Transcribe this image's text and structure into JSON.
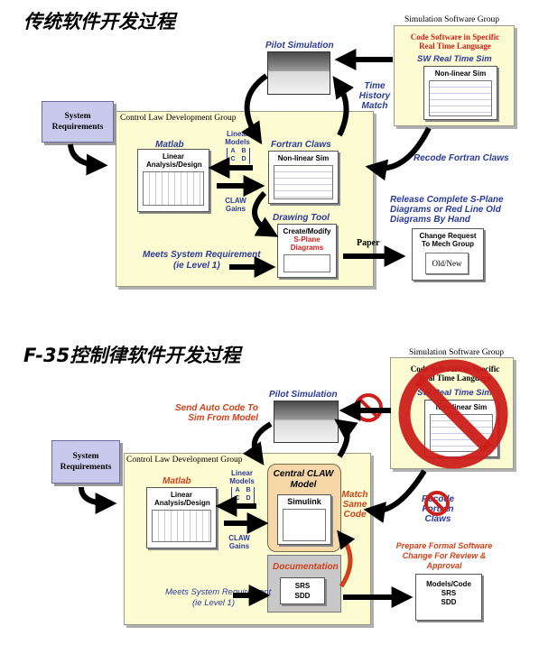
{
  "top": {
    "title": "传统软件开发过程",
    "system_requirements": "System Requirements",
    "pilot_simulation": "Pilot Simulation",
    "simulation_group": "Simulation Software Group",
    "code_software": "Code Software in Specific Real Time Language",
    "sw_real_time_sim": "SW Real Time Sim",
    "nonlinear_sim": "Non-linear Sim",
    "time_history_match": "Time History Match",
    "cld_group": "Control Law Development Group",
    "matlab": "Matlab",
    "linear_analysis": "Linear Analysis/Design",
    "linear_models": "Linear Models",
    "abcd": [
      "A",
      "B",
      "C",
      "D"
    ],
    "fortran_claws": "Fortran Claws",
    "fortran_nonlinear": "Non-linear Sim",
    "claw_gains": "CLAW Gains",
    "recode_fortran": "Recode Fortran Claws",
    "drawing_tool": "Drawing Tool",
    "create_modify": "Create/Modify",
    "s_plane": "S-Plane Diagrams",
    "meets_req": "Meets System Requirement",
    "level1": "(ie Level 1)",
    "paper": "Paper",
    "release_text": "Release Complete S-Plane Diagrams or Red Line Old Diagrams By Hand",
    "change_request": "Change Request To Mech Group",
    "old_new": "Old/New"
  },
  "bottom": {
    "title": "F-35控制律软件开发过程",
    "system_requirements": "System Requirements",
    "pilot_simulation": "Pilot Simulation",
    "simulation_group": "Simulation Software Group",
    "code_software_partial": "Code Software in Specific Real Time Language",
    "sw_real_time_partial": "SW Real Time Sim",
    "nonlinear_sim": "Non-linear Sim",
    "send_auto_code": "Send Auto Code To Sim From Model",
    "cld_group": "Control Law Development Group",
    "matlab": "Matlab",
    "linear_analysis": "Linear Analysis/Design",
    "linear_models": "Linear Models",
    "abcd": [
      "A",
      "B",
      "C",
      "D"
    ],
    "central_claw": "Central CLAW Model",
    "simulink": "Simulink",
    "match_same_code": "Match Same Code",
    "recode_fortran": "Recode Fortran Claws",
    "claw_gains": "CLAW Gains",
    "documentation": "Documentation",
    "srs": "SRS",
    "sdd": "SDD",
    "meets_req": "Meets System Requirement",
    "level1": "(ie Level 1)",
    "prepare_formal": "Prepare Formal Software Change For Review & Approval",
    "models_code": "Models/Code",
    "models_srs": "SRS",
    "models_sdd": "SDD"
  }
}
